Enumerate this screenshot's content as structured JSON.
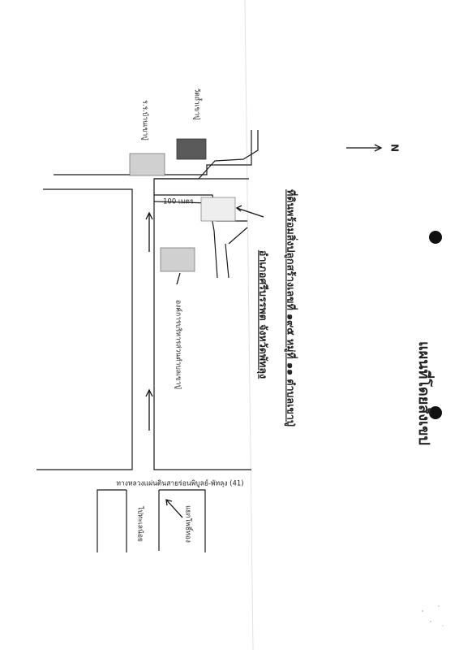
{
  "title": "แผนที่โดยสังเขป",
  "north_label": "N",
  "property": {
    "line1": "ที่ดินพร้อมสิ่งปลูกสร้างเลขที่ ๑๙๕ หมู่ที่ ๑๑ ตำบลเขาปู่",
    "line2": "อำเภอศรีบรรพต จังหวัดพัทลุง"
  },
  "distance_label": "100 เมตร",
  "landmarks": {
    "school": "ร.ร.บ้านเขาปู่",
    "temple": "วัดถ้ำเขาปู่",
    "sao_office": "องค์การบริหารส่วนตำบลเขาปู่"
  },
  "highway_label": "ทางหลวงแผ่นดินสายร่อนพิบูลย์-พัทลุง (41)",
  "direction_left": "ไปทะเลน้อย",
  "direction_right": "แยกโพธิ์ทอง",
  "colors": {
    "temple_box": "#5a5a5a",
    "landmark_box": "#d0d0d0",
    "property_box": "#eeeeee"
  }
}
